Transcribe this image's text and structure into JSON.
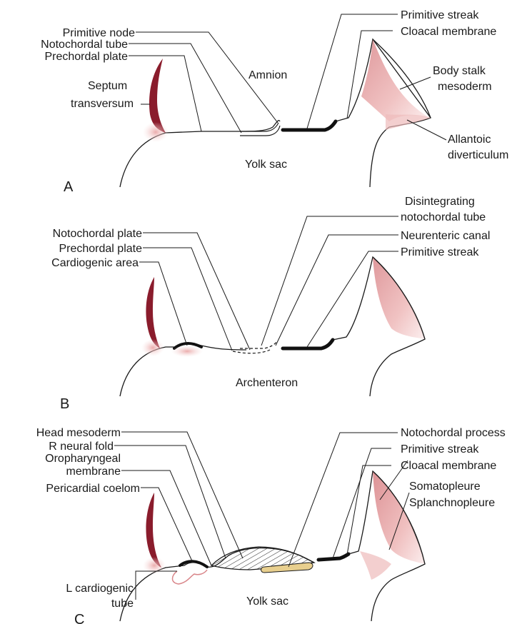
{
  "panels": {
    "a": {
      "letter": "A",
      "labels": {
        "primitive_node": "Primitive node",
        "notochordal_tube": "Notochordal tube",
        "prechordal_plate": "Prechordal plate",
        "septum_line1": "Septum",
        "septum_line2": "transversum",
        "amnion": "Amnion",
        "yolk_sac": "Yolk sac",
        "primitive_streak": "Primitive streak",
        "cloacal_membrane": "Cloacal membrane",
        "body_stalk_line1": "Body stalk",
        "body_stalk_line2": "mesoderm",
        "allantoic_line1": "Allantoic",
        "allantoic_line2": "diverticulum"
      }
    },
    "b": {
      "letter": "B",
      "labels": {
        "notochordal_plate": "Notochordal plate",
        "prechordal_plate": "Prechordal plate",
        "cardiogenic_area": "Cardiogenic area",
        "disintegrating_line1": "Disintegrating",
        "disintegrating_line2": "notochordal tube",
        "neurenteric_canal": "Neurenteric canal",
        "primitive_streak": "Primitive streak",
        "archenteron": "Archenteron"
      }
    },
    "c": {
      "letter": "C",
      "labels": {
        "head_mesoderm": "Head mesoderm",
        "r_neural_fold": "R neural fold",
        "oropharyngeal_line1": "Oropharyngeal",
        "oropharyngeal_line2": "membrane",
        "pericardial_coelom": "Pericardial coelom",
        "l_cardiogenic_line1": "L cardiogenic",
        "l_cardiogenic_line2": "tube",
        "yolk_sac": "Yolk sac",
        "notochordal_process": "Notochordal process",
        "primitive_streak": "Primitive streak",
        "cloacal_membrane": "Cloacal membrane",
        "somatopleure": "Somatopleure",
        "splanchnopleure": "Splanchnopleure"
      }
    }
  },
  "colors": {
    "tissue_pink": "#d9868a",
    "tissue_pale": "#f3d3d2",
    "septum_dark": "#8a1c2c",
    "notochord_tan": "#e8cf8e",
    "line": "#1a1a1a"
  }
}
